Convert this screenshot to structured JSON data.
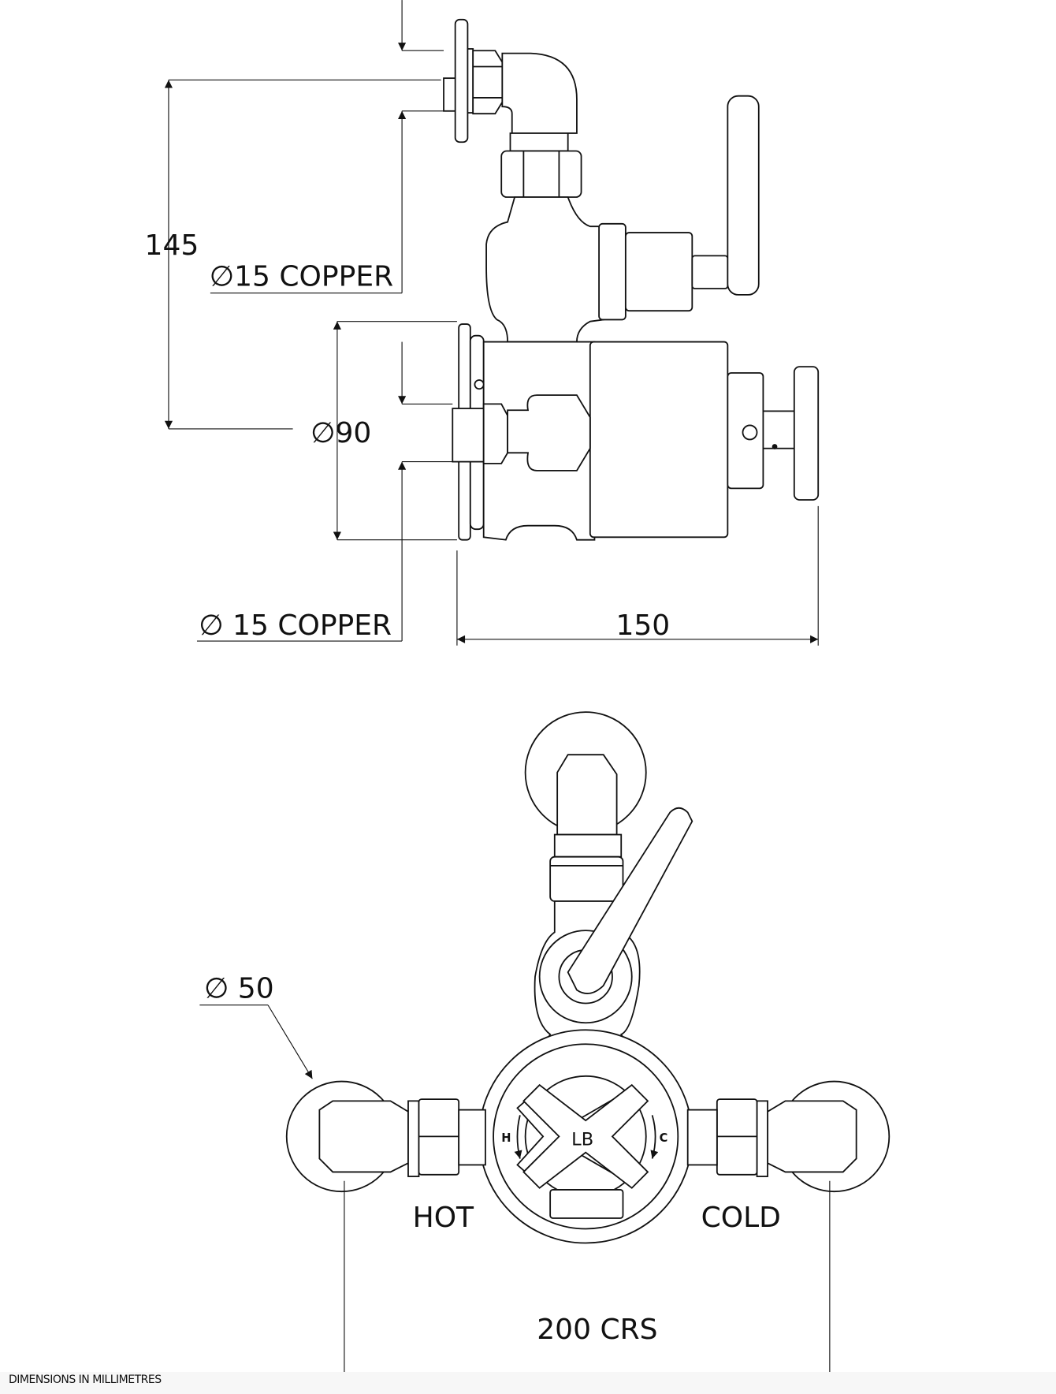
{
  "side_view": {
    "dim_height": "145",
    "outlet_pipe": "∅15 COPPER",
    "flange_diameter": "∅90",
    "inlet_pipe": "∅ 15 COPPER",
    "depth": "150"
  },
  "front_view": {
    "inlet_diameter": "∅ 50",
    "hot_label": "HOT",
    "cold_label": "COLD",
    "centres": "200 CRS",
    "handle_logo": "LB",
    "handle_h": "H",
    "handle_c": "C"
  },
  "footer_note": "DIMENSIONS IN MILLIMETRES"
}
